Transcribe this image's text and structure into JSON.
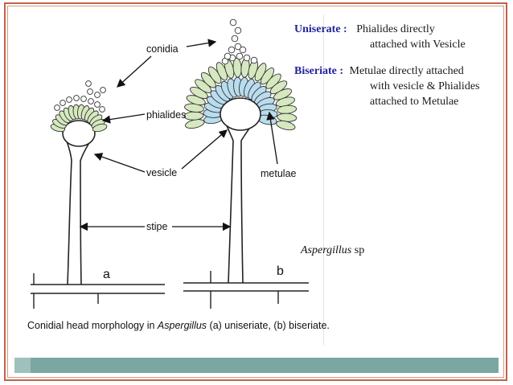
{
  "definitions": {
    "uniserate": {
      "term": "Uniserate :",
      "line1": "Phialides directly",
      "line2": "attached with  Vesicle"
    },
    "biseriate": {
      "term": "Biseriate :",
      "line1": "Metulae  directly  attached",
      "line2": "with vesicle & Phialides",
      "line3": "attached to Metulae"
    }
  },
  "figure": {
    "labels": {
      "conidia": "conidia",
      "phialides": "phialides",
      "vesicle": "vesicle",
      "metulae": "metulae",
      "stipe": "stipe",
      "a": "a",
      "b": "b"
    },
    "caption": {
      "prefix": "Conidial head morphology in ",
      "genus": "Aspergillus",
      "suffix": " (a) uniseriate, (b) biseriate."
    }
  },
  "species_note": {
    "genus": "Aspergillus",
    "suffix": " sp"
  },
  "colors": {
    "phialide_green": "#d6e8bf",
    "metulae_blue": "#b9dcee",
    "border": "#c0634a",
    "bar": "#7aa7a1",
    "term_blue": "#23239a"
  }
}
